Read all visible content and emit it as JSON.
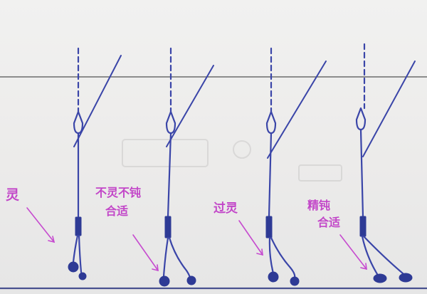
{
  "labels": {
    "rig1": "灵",
    "rig2_line1": "不灵不钝",
    "rig2_line2": "合适",
    "rig3": "过灵",
    "rig4_line1": "精钝",
    "rig4_line2": "合适"
  },
  "colors": {
    "ink": "#3a45a8",
    "annotation": "#c64bcf",
    "paper": "#ecebea",
    "ruled_line": "#707070"
  }
}
